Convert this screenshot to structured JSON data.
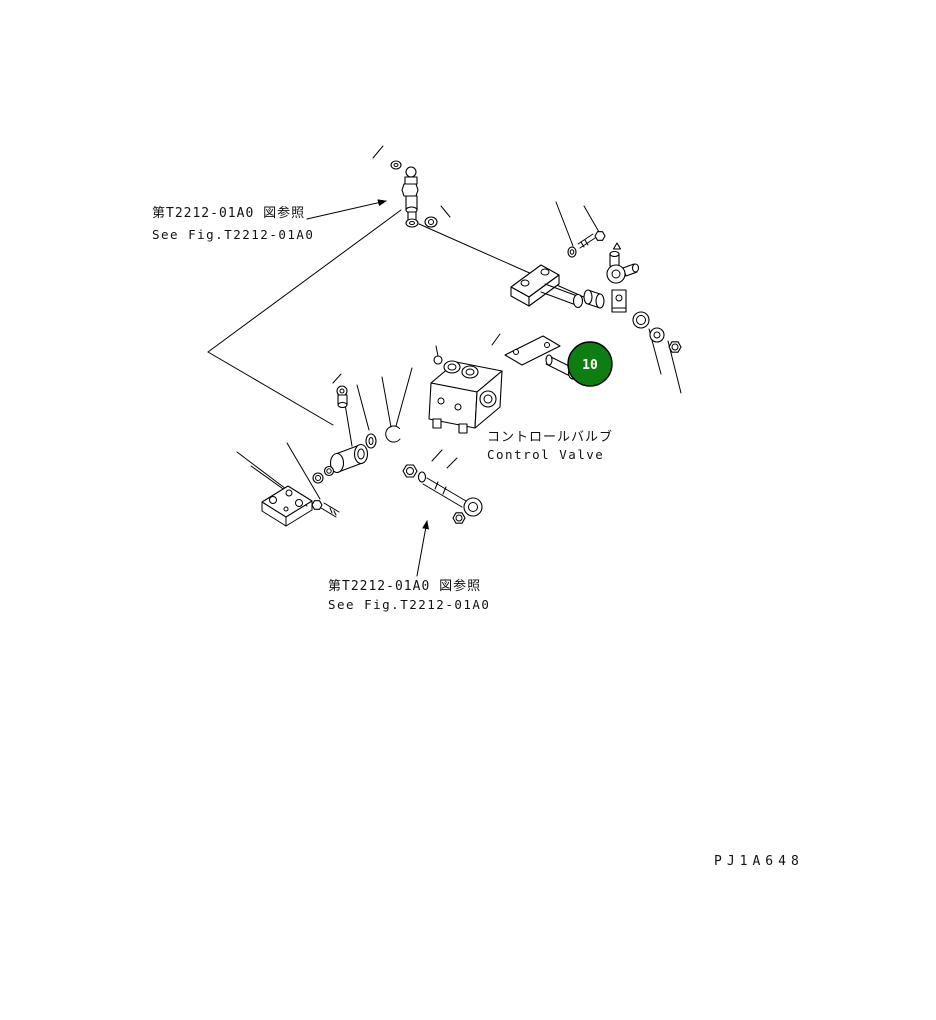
{
  "page": {
    "background": "#ffffff",
    "line_color": "#000000"
  },
  "diagram": {
    "labels": {
      "ref_top": {
        "jp": "第T2212-01A0 図参照",
        "en": "See Fig.T2212-01A0"
      },
      "ref_bottom": {
        "jp": "第T2212-01A0 図参照",
        "en": "See Fig.T2212-01A0"
      },
      "control_valve": {
        "jp": "コントロールバルブ",
        "en": "Control Valve"
      },
      "drawing_code": "PJ1A648"
    },
    "callout": {
      "label": "10",
      "color": "#0e7e12",
      "text_color": "#ffffff"
    }
  }
}
